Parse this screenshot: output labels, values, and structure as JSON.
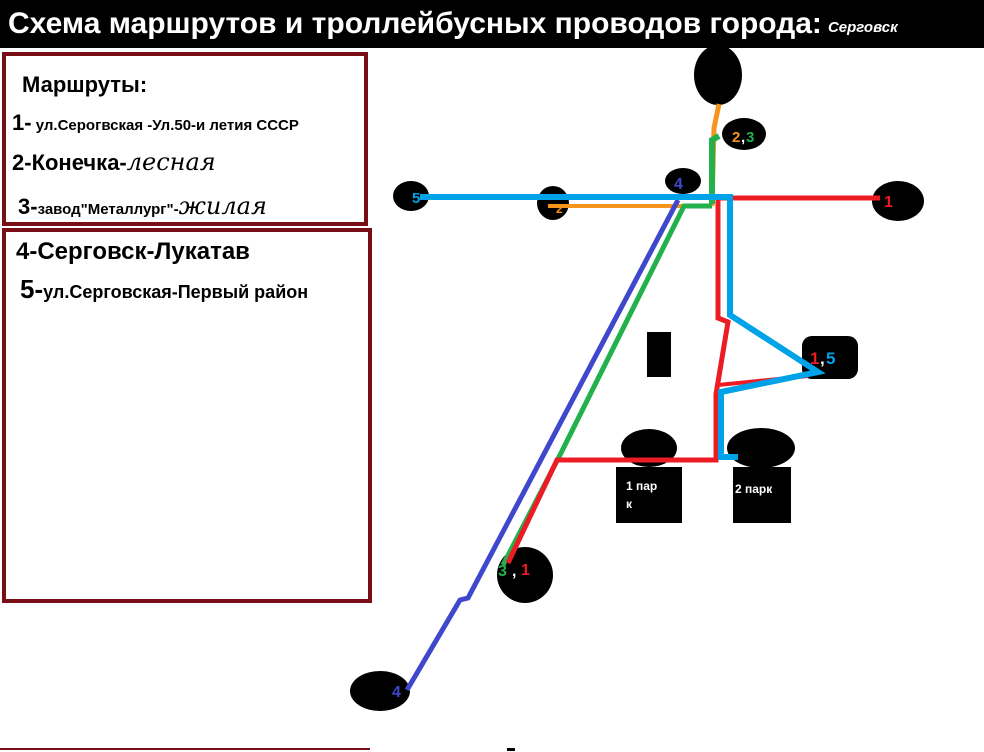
{
  "header": {
    "title": "Схема маршрутов и троллейбусных проводов города:",
    "city": "Серговск"
  },
  "legend": {
    "heading": "Маршруты:",
    "route1": {
      "num": "1-",
      "text": " ул.Серогвская -Ул.50-и летия СССР"
    },
    "route2": {
      "num": "2-",
      "text": "Конечка-",
      "script": "лесная"
    },
    "route3": {
      "num": "3-",
      "text": "завод\"Металлург\"-",
      "script": "жилая"
    },
    "route4": {
      "text": "4-Серговск-Лукатав"
    },
    "route5": {
      "num": "5-",
      "text": "ул.Серговская-Первый район"
    }
  },
  "map": {
    "colors": {
      "r1": "#ed1c24",
      "r2": "#f7941d",
      "r3": "#22b14c",
      "r4": "#3f48cc",
      "r5": "#00a2e8"
    },
    "labels": {
      "top_node": "2,3",
      "top_node_2": "2",
      "top_node_3": "3",
      "west_5": "5",
      "west_2": "2",
      "north_4": "4",
      "east_1": "1",
      "right_node_1": "1",
      "right_node_5": "5",
      "south_3": "3",
      "south_1": "1",
      "far_south_4": "4",
      "park1": "1 пар\nк",
      "park1_line1": "1 пар",
      "park1_line2": "к",
      "park2": "2 парк"
    }
  }
}
